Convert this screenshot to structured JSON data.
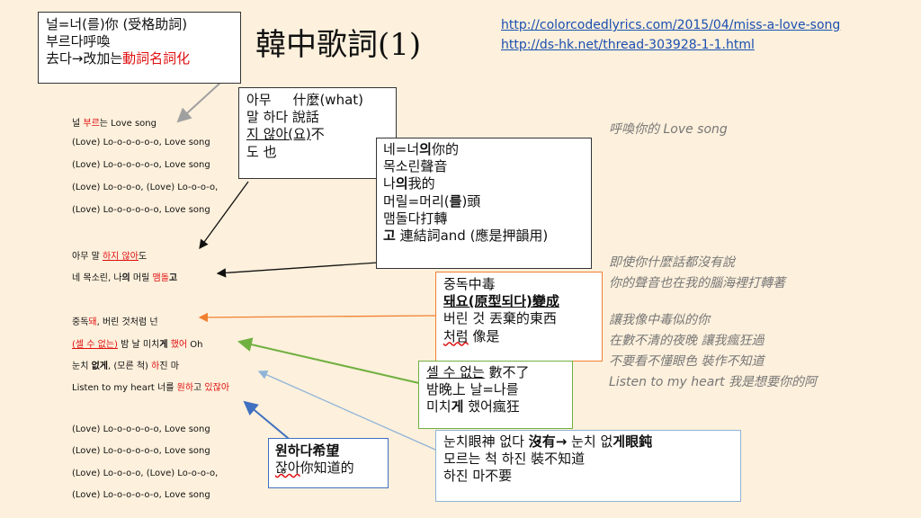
{
  "title": "韓中歌詞(1)",
  "links": [
    "http://colorcodedlyrics.com/2015/04/miss-a-love-song",
    "http://ds-hk.net/thread-303928-1-1.html"
  ],
  "note1": {
    "l1": "널=너(를)你 (受格助詞)",
    "l2": "부르다呼喚",
    "l3a": "去다→改加는",
    "l3b": "動詞名詞化"
  },
  "note2": {
    "l1a": "아무",
    "l1b": "什麼(what)",
    "l2": "말 하다 說話",
    "l3a": "지 않아(요)",
    "l3b": "不",
    "l4": "도 也"
  },
  "note3": {
    "l1a": "네=너",
    "l1b": "의",
    "l1c": "你的",
    "l2": "목소린聲音",
    "l3a": "나",
    "l3b": "의",
    "l3c": "我的",
    "l4a": "머릴=머리(",
    "l4b": "를",
    "l4c": ")頭",
    "l5": "맴돌다打轉",
    "l6a": "고",
    "l6b": " 連結詞and (應是押韻用)"
  },
  "note4": {
    "l1": "중독中毒",
    "l2": "돼요(原型되다)變成",
    "l3": "버린 것 丟棄的東西",
    "l4a": "처럼",
    "l4b": " 像是"
  },
  "note5": {
    "l1a": "셀 수 없는",
    "l1b": " 數不了",
    "l2": "밤晚上 날=나를",
    "l3a": "미치",
    "l3b": "게",
    "l3c": " 했어瘋狂"
  },
  "note6": {
    "l1a": "원하다",
    "l1b": "希望",
    "l2a": "잖아",
    "l2b": "你知道的"
  },
  "note7": {
    "l1a": "눈치眼神  없다 ",
    "l1b": "沒有→",
    "l1c": " 눈치  없",
    "l1d": "게眼鈍",
    "l2": "모르는 척 하진 裝不知道",
    "l3": "하진 마不要"
  },
  "lyrics": {
    "s1": {
      "a": "널 ",
      "b": "부르",
      "c": "는 Love song"
    },
    "s2": "(Love) Lo-o-o-o-o-o, Love song",
    "s3": "(Love) Lo-o-o-o-o-o, Love song",
    "s4": "(Love) Lo-o-o-o, (Love) Lo-o-o-o,",
    "s5": "(Love) Lo-o-o-o-o-o, Love song",
    "s6": {
      "a": "아무 말 ",
      "b": "하지 않아",
      "c": "도"
    },
    "s7": {
      "a": "네 목소린, 나",
      "b": "의",
      "c": " 머릴 ",
      "d": "맴돌",
      "e": "고"
    },
    "s8": {
      "a": "중독",
      "b": "돼",
      "c": ", 버린 것처럼 넌"
    },
    "s9": {
      "a": "(셀 수 없는)",
      "b": " 밤 날 미치",
      "c": "게",
      "d": " ",
      "e": "했어",
      "f": " Oh"
    },
    "s10": {
      "a": "눈치 ",
      "b": "없게",
      "c": ", (모른 척) ",
      "d": "하",
      "e": "진 마"
    },
    "s11": {
      "a": "Listen to my heart 너를 ",
      "b": "원하",
      "c": "고 ",
      "d": "있잖아"
    },
    "s12": "(Love) Lo-o-o-o-o-o, Love song",
    "s13": "(Love) Lo-o-o-o-o-o, Love song",
    "s14": "(Love) Lo-o-o-o, (Love) Lo-o-o-o,",
    "s15": "(Love) Lo-o-o-o-o-o, Love song"
  },
  "translation": [
    "呼喚你的 Love song",
    "即使你什麼話都沒有說",
    "你的聲音也在我的腦海裡打轉著",
    "讓我像中毒似的你",
    "在數不清的夜晚 讓我瘋狂過",
    "不要看不懂眼色 裝作不知道",
    "Listen to my heart 我是想要你的阿"
  ],
  "colors": {
    "background": "#fdf0dc",
    "highlight": "#e01010",
    "link": "#1a4fb0",
    "arrow_gray": "#a0a0a0",
    "arrow_orange": "#f08030",
    "arrow_green": "#70b040",
    "arrow_blue": "#4070c0",
    "arrow_lightblue": "#8fb4d8"
  }
}
